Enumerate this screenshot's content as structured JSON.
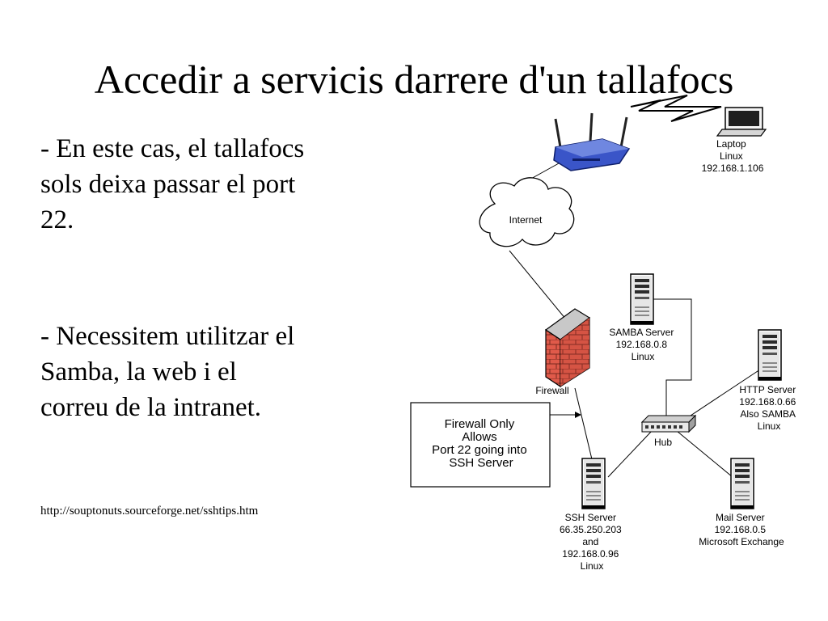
{
  "title": "Accedir a servicis darrere d'un tallafocs",
  "bullets": [
    {
      "lines": [
        "- En este cas, el tallafocs",
        "sols deixa passar el port",
        "22."
      ]
    },
    {
      "lines": [
        "- Necessitem utilitzar el",
        "Samba, la web i el",
        "correu de la intranet."
      ]
    }
  ],
  "source_url": "http://souptonuts.sourceforge.net/sshtips.htm",
  "diagram": {
    "laptop": {
      "lines": [
        "Laptop",
        "Linux",
        "192.168.1.106"
      ]
    },
    "internet_label": "Internet",
    "firewall_label": "Firewall",
    "firewall_note": {
      "lines": [
        "Firewall  Only",
        "Allows",
        "Port 22  going into",
        "SSH Server"
      ]
    },
    "samba": {
      "lines": [
        "SAMBA Server",
        "192.168.0.8",
        "Linux"
      ]
    },
    "http": {
      "lines": [
        "HTTP Server",
        "192.168.0.66",
        "Also SAMBA",
        "Linux"
      ]
    },
    "hub_label": "Hub",
    "ssh": {
      "lines": [
        "SSH Server",
        "66.35.250.203",
        "and",
        "192.168.0.96",
        "Linux"
      ]
    },
    "mail": {
      "lines": [
        "Mail Server",
        "192.168.0.5",
        "Microsoft Exchange"
      ]
    },
    "colors": {
      "brick": "#e05a4a",
      "router": "#3a55c8",
      "wire": "#000000"
    },
    "icons": [
      "router-icon",
      "lightning-icon",
      "laptop-icon",
      "cloud-icon",
      "firewall-icon",
      "server-icon",
      "hub-icon"
    ]
  }
}
